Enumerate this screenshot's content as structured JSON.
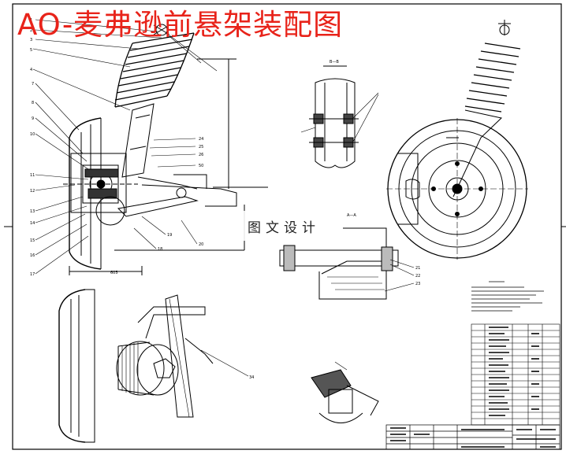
{
  "title": "AO-麦弗逊前悬架装配图",
  "watermark": "图文设计",
  "colors": {
    "title": "#e8231a",
    "line": "#000000",
    "paper": "#ffffff"
  },
  "part_numbers_left": [
    "1",
    "2",
    "3",
    "5",
    "4",
    "7",
    "8",
    "9",
    "10",
    "11",
    "12",
    "13",
    "14",
    "15",
    "16",
    "17"
  ],
  "part_numbers_mid": [
    "24",
    "25",
    "26",
    "50",
    "19",
    "18",
    "20"
  ],
  "part_numbers_right": [
    "21",
    "22",
    "23",
    "34"
  ],
  "section_labels": {
    "bb": "B—B",
    "aa": "A—A"
  },
  "dimensions": {
    "bottom": "605"
  }
}
